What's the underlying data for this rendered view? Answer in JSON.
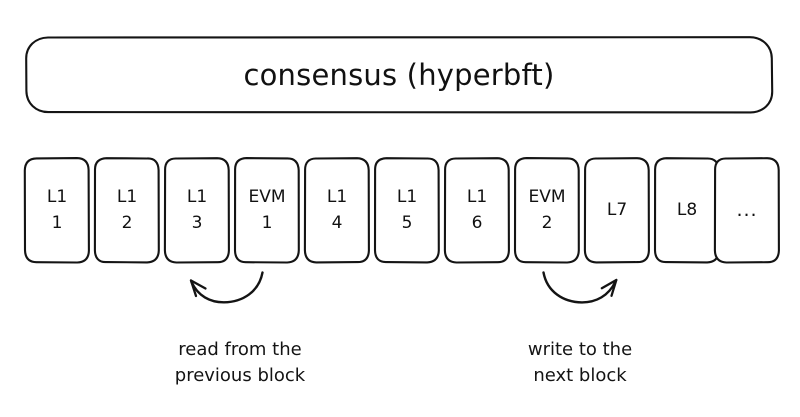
{
  "diagram": {
    "background_color": "#ffffff",
    "stroke_color": "#141414",
    "text_color": "#111111",
    "consensus": {
      "title": "consensus (hyperbft)"
    },
    "blocks": [
      {
        "line1": "L1",
        "line2": "1",
        "kind": "l1"
      },
      {
        "line1": "L1",
        "line2": "2",
        "kind": "l1"
      },
      {
        "line1": "L1",
        "line2": "3",
        "kind": "l1"
      },
      {
        "line1": "EVM",
        "line2": "1",
        "kind": "evm"
      },
      {
        "line1": "L1",
        "line2": "4",
        "kind": "l1"
      },
      {
        "line1": "L1",
        "line2": "5",
        "kind": "l1"
      },
      {
        "line1": "L1",
        "line2": "6",
        "kind": "l1"
      },
      {
        "line1": "EVM",
        "line2": "2",
        "kind": "evm"
      },
      {
        "line1": "L7",
        "line2": "",
        "kind": "l1"
      },
      {
        "line1": "L8",
        "line2": "",
        "kind": "l1"
      },
      {
        "line1": "...",
        "line2": "",
        "kind": "ellipsis"
      }
    ],
    "annotations": [
      {
        "name": "read-annotation",
        "line1": "read from the",
        "line2": "previous block",
        "arrow_direction": "up-left"
      },
      {
        "name": "write-annotation",
        "line1": "write to the",
        "line2": "next block",
        "arrow_direction": "up-right"
      }
    ]
  }
}
